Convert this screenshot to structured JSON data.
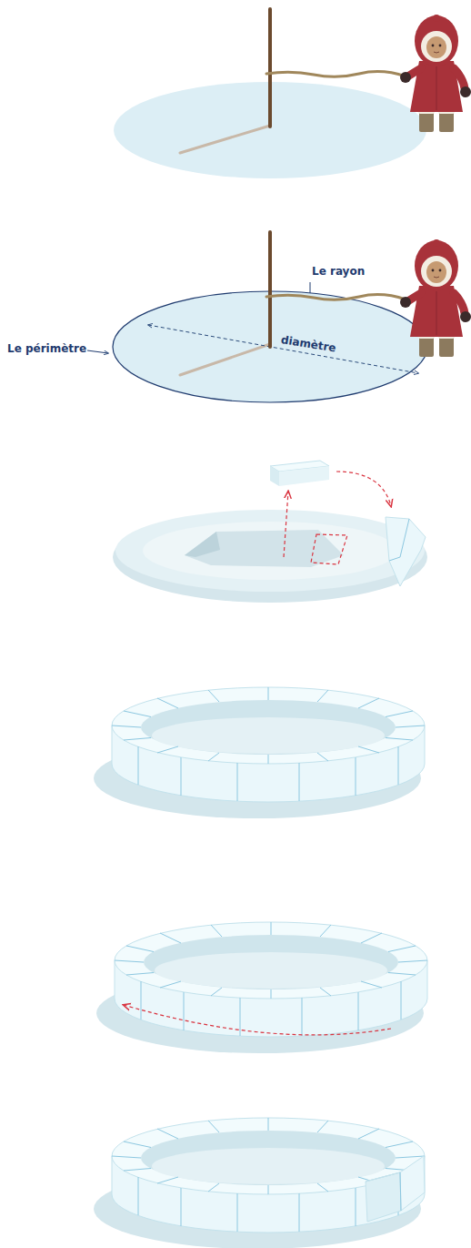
{
  "diagram": {
    "labels": [
      "Le rayon",
      "diamètre",
      "Le périmètre"
    ]
  }
}
